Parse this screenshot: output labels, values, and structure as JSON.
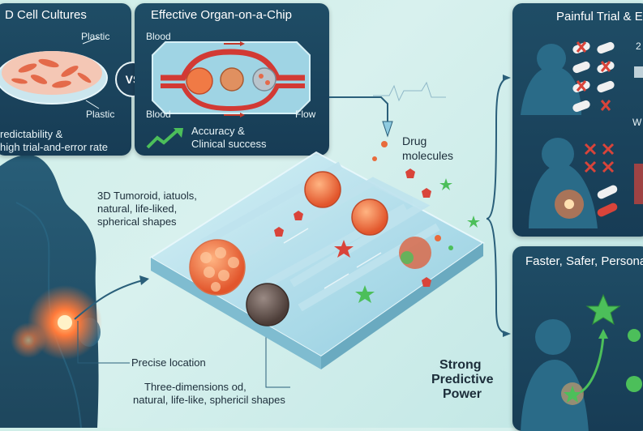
{
  "panel_cultures": {
    "title": "D Cell Cultures",
    "plastic_top": "Plastic",
    "plastic_bottom": "Plastic",
    "caption_line1": "redictability &",
    "caption_line2": "high trial-and-error rate"
  },
  "vs_badge": "VS",
  "panel_chip": {
    "title": "Effective Organ-on-a-Chip",
    "blood_top": "Blood",
    "blood_bottom": "Blood",
    "flow": "Flow",
    "caption_line1": "Accuracy &",
    "caption_line2": "Clinical success"
  },
  "panel_trial": {
    "title": "Painful Trial & E",
    "side_label_top": "2",
    "side_label_mid": "W"
  },
  "panel_faster": {
    "title": "Faster, Safer, Persona"
  },
  "main": {
    "drug_line1": "Drug",
    "drug_line2": "molecules",
    "tumoroid_line1": "3D Tumoroid, iatuols,",
    "tumoroid_line2": "natural, life-liked,",
    "tumoroid_line3": "spherical shapes",
    "precise_location": "Precise location",
    "three_d_line1": "Three-dimensions od,",
    "three_d_line2": "natural, life-like, sphericil shapes",
    "strong_line1": "Strong",
    "strong_line2": "Predictive",
    "strong_line3": "Power"
  },
  "colors": {
    "panel_bg": "#1c4560",
    "accent_red": "#d9443a",
    "accent_green": "#4cbf5a",
    "chip_glass": "#a9dbe8",
    "tumor_orange": "#e86b3c"
  }
}
